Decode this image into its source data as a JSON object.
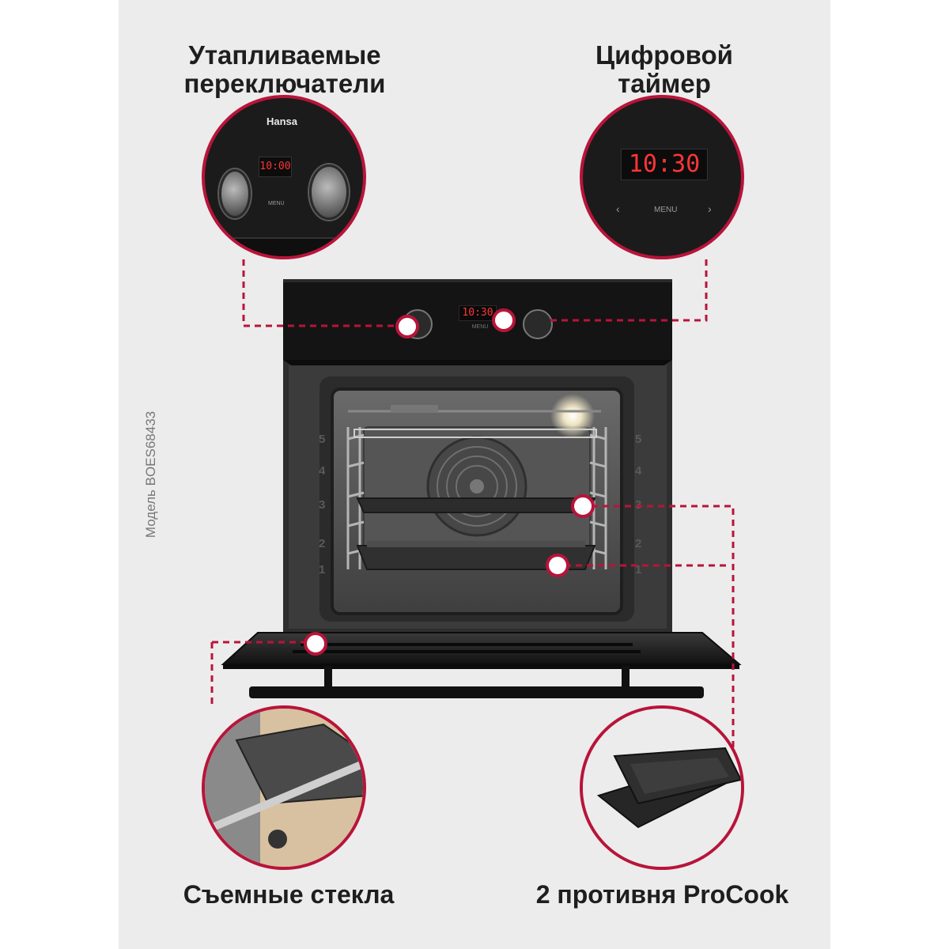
{
  "headings": {
    "top_left": "Утапливаемые переключатели",
    "top_right": "Цифровой таймер",
    "bottom_left": "Съемные стекла",
    "bottom_right": "2 противня ProCook"
  },
  "side_label": "Модель BOES68433",
  "control_panel": {
    "brand": "Hansa",
    "display_time": "10:00",
    "timer_display": "10:30",
    "menu_label": "MENU",
    "main_display": "10:30",
    "main_menu_label": "MENU"
  },
  "shelf_levels": [
    "1",
    "2",
    "3",
    "4",
    "5"
  ],
  "colors": {
    "accent": "#b8143a",
    "panel_bg": "#ececec",
    "oven_black": "#1a1a1a",
    "display_red": "#ff3434"
  },
  "icons": [
    "knob-icon",
    "fan-icon",
    "lamp-icon",
    "tray-icon",
    "marker-icon"
  ]
}
